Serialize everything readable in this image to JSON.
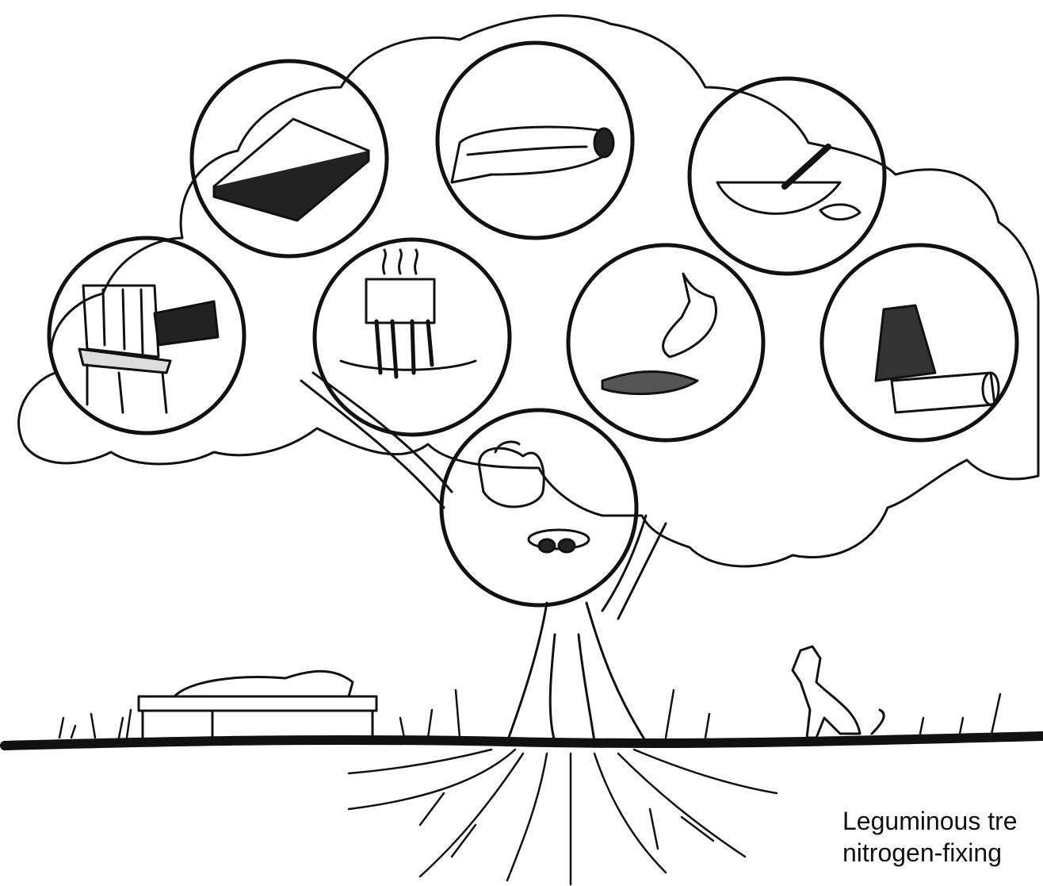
{
  "caption": {
    "line1": "Leguminous tre",
    "line2": "nitrogen-fixing"
  },
  "colors": {
    "ink": "#111111",
    "background": "#ffffff"
  },
  "illustration": {
    "subject": "tree",
    "uses": [
      {
        "name": "book",
        "icon": "book-icon"
      },
      {
        "name": "paper roll",
        "icon": "paper-roll-icon"
      },
      {
        "name": "mortar and pestle",
        "icon": "mortar-pestle-icon"
      },
      {
        "name": "chair and timber",
        "icon": "chair-icon"
      },
      {
        "name": "cooking fuel",
        "icon": "cooking-pot-icon"
      },
      {
        "name": "fodder",
        "icon": "cow-head-icon"
      },
      {
        "name": "industry",
        "icon": "factory-icon"
      },
      {
        "name": "fruit and nuts",
        "icon": "fruit-icon"
      }
    ]
  }
}
